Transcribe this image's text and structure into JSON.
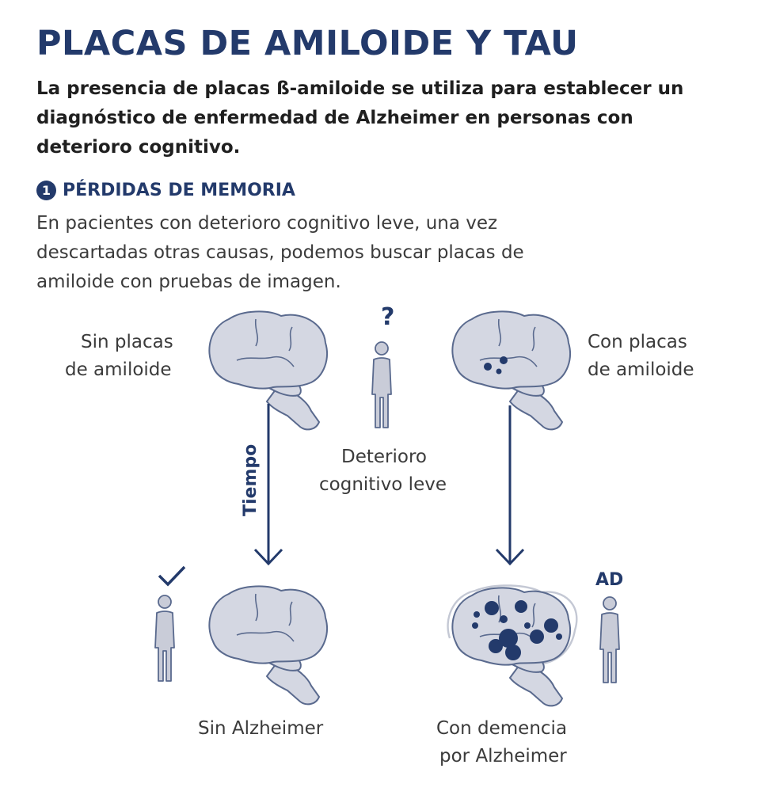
{
  "title": "PLACAS DE AMILOIDE Y TAU",
  "subtitle": "La presencia de placas ß-amiloide se utiliza para establecer un diagnóstico de enfermedad de Alzheimer en personas con deterioro cognitivo.",
  "section": {
    "number": "1",
    "title": "PÉRDIDAS DE MEMORIA",
    "body": "En pacientes con deterioro cognitivo leve, una vez descartadas otras causas, podemos buscar placas de amiloide con pruebas de imagen."
  },
  "diagram": {
    "brain_no_plaques_label_line1": "Sin placas",
    "brain_no_plaques_label_line2": "de amiloide",
    "brain_plaques_label_line1": "Con placas",
    "brain_plaques_label_line2": "de amiloide",
    "question_mark": "?",
    "center_label_line1": "Deterioro",
    "center_label_line2": "cognitivo leve",
    "time_label": "Tiempo",
    "outcome_left_label": "Sin Alzheimer",
    "outcome_right_label_line1": "Con demencia",
    "outcome_right_label_line2": "por Alzheimer",
    "ad_badge": "AD"
  },
  "colors": {
    "navy": "#233a6b",
    "brain_fill": "#d4d7e2",
    "brain_stroke": "#5a6a8e",
    "person_fill": "#c9ccd8"
  }
}
